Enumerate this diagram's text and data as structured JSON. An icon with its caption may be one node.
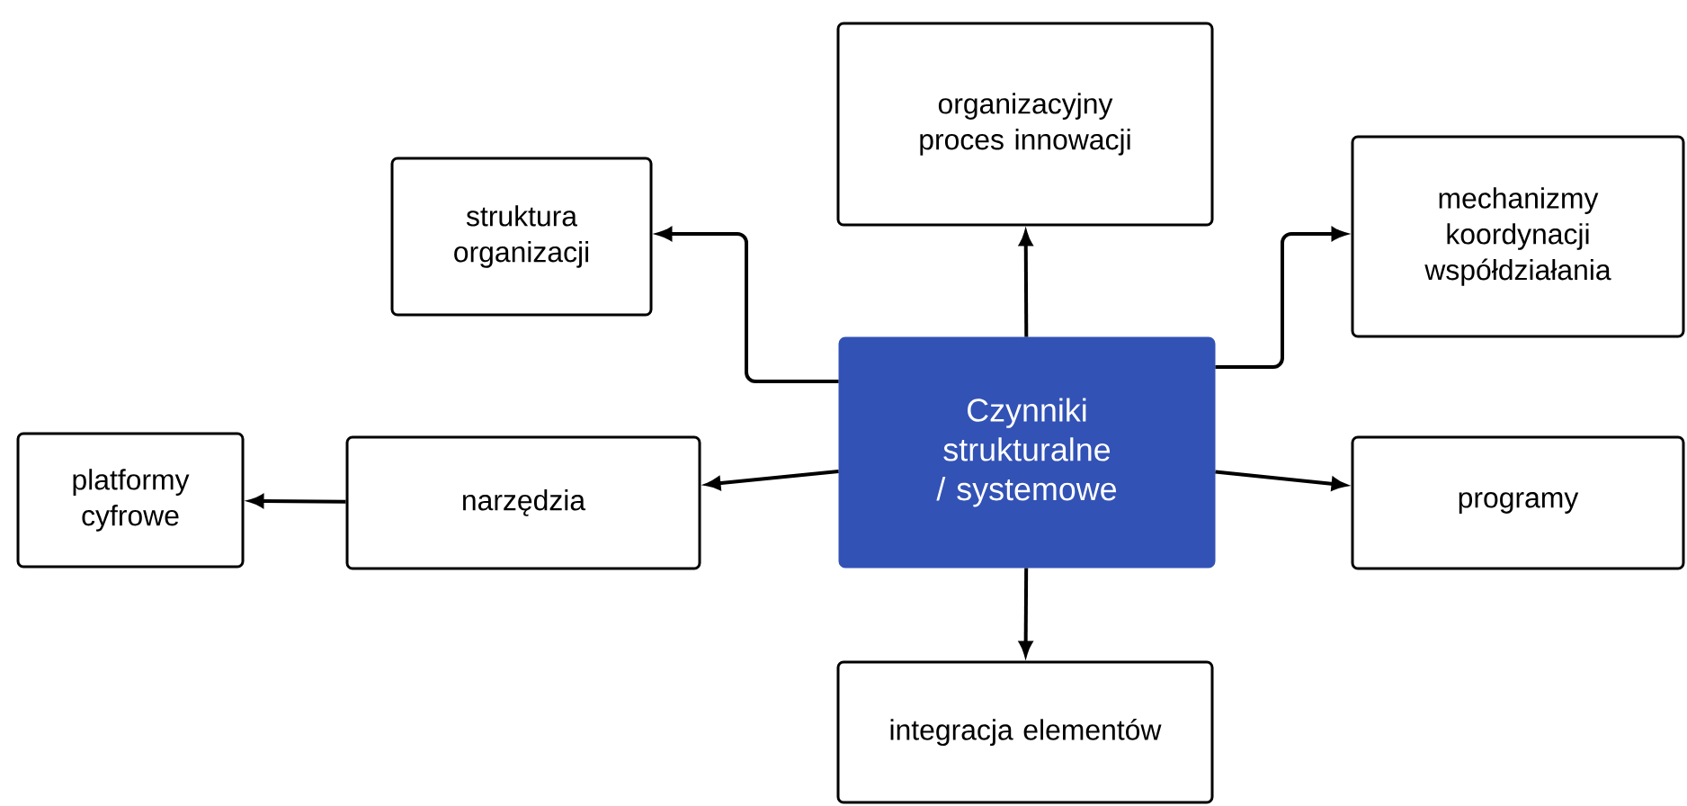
{
  "diagram": {
    "nodes": [
      {
        "text": [
          "Czynniki strukturalne / systemowe"
        ]
      },
      {
        "text": [
          "organizacyjny proces innowacji"
        ]
      },
      {
        "text": [
          "struktura organizacji"
        ]
      },
      {
        "text": [
          "mechanizmy koordynacji współdziałania"
        ]
      },
      {
        "text": [
          "narzędzia"
        ]
      },
      {
        "text": [
          "platformy cyfrowe"
        ]
      },
      {
        "text": [
          "programy"
        ]
      },
      {
        "text": [
          "integracja elementów"
        ]
      }
    ],
    "edges": [
      {
        "from": 0,
        "to": 1,
        "arrow": "to"
      },
      {
        "from": 0,
        "to": 2,
        "arrow": "to"
      },
      {
        "from": 0,
        "to": 3,
        "arrow": "to"
      },
      {
        "from": 0,
        "to": 4,
        "arrow": "to"
      },
      {
        "from": 4,
        "to": 5,
        "arrow": "to"
      },
      {
        "from": 0,
        "to": 6,
        "arrow": "to"
      },
      {
        "from": 0,
        "to": 7,
        "arrow": "to"
      }
    ]
  }
}
